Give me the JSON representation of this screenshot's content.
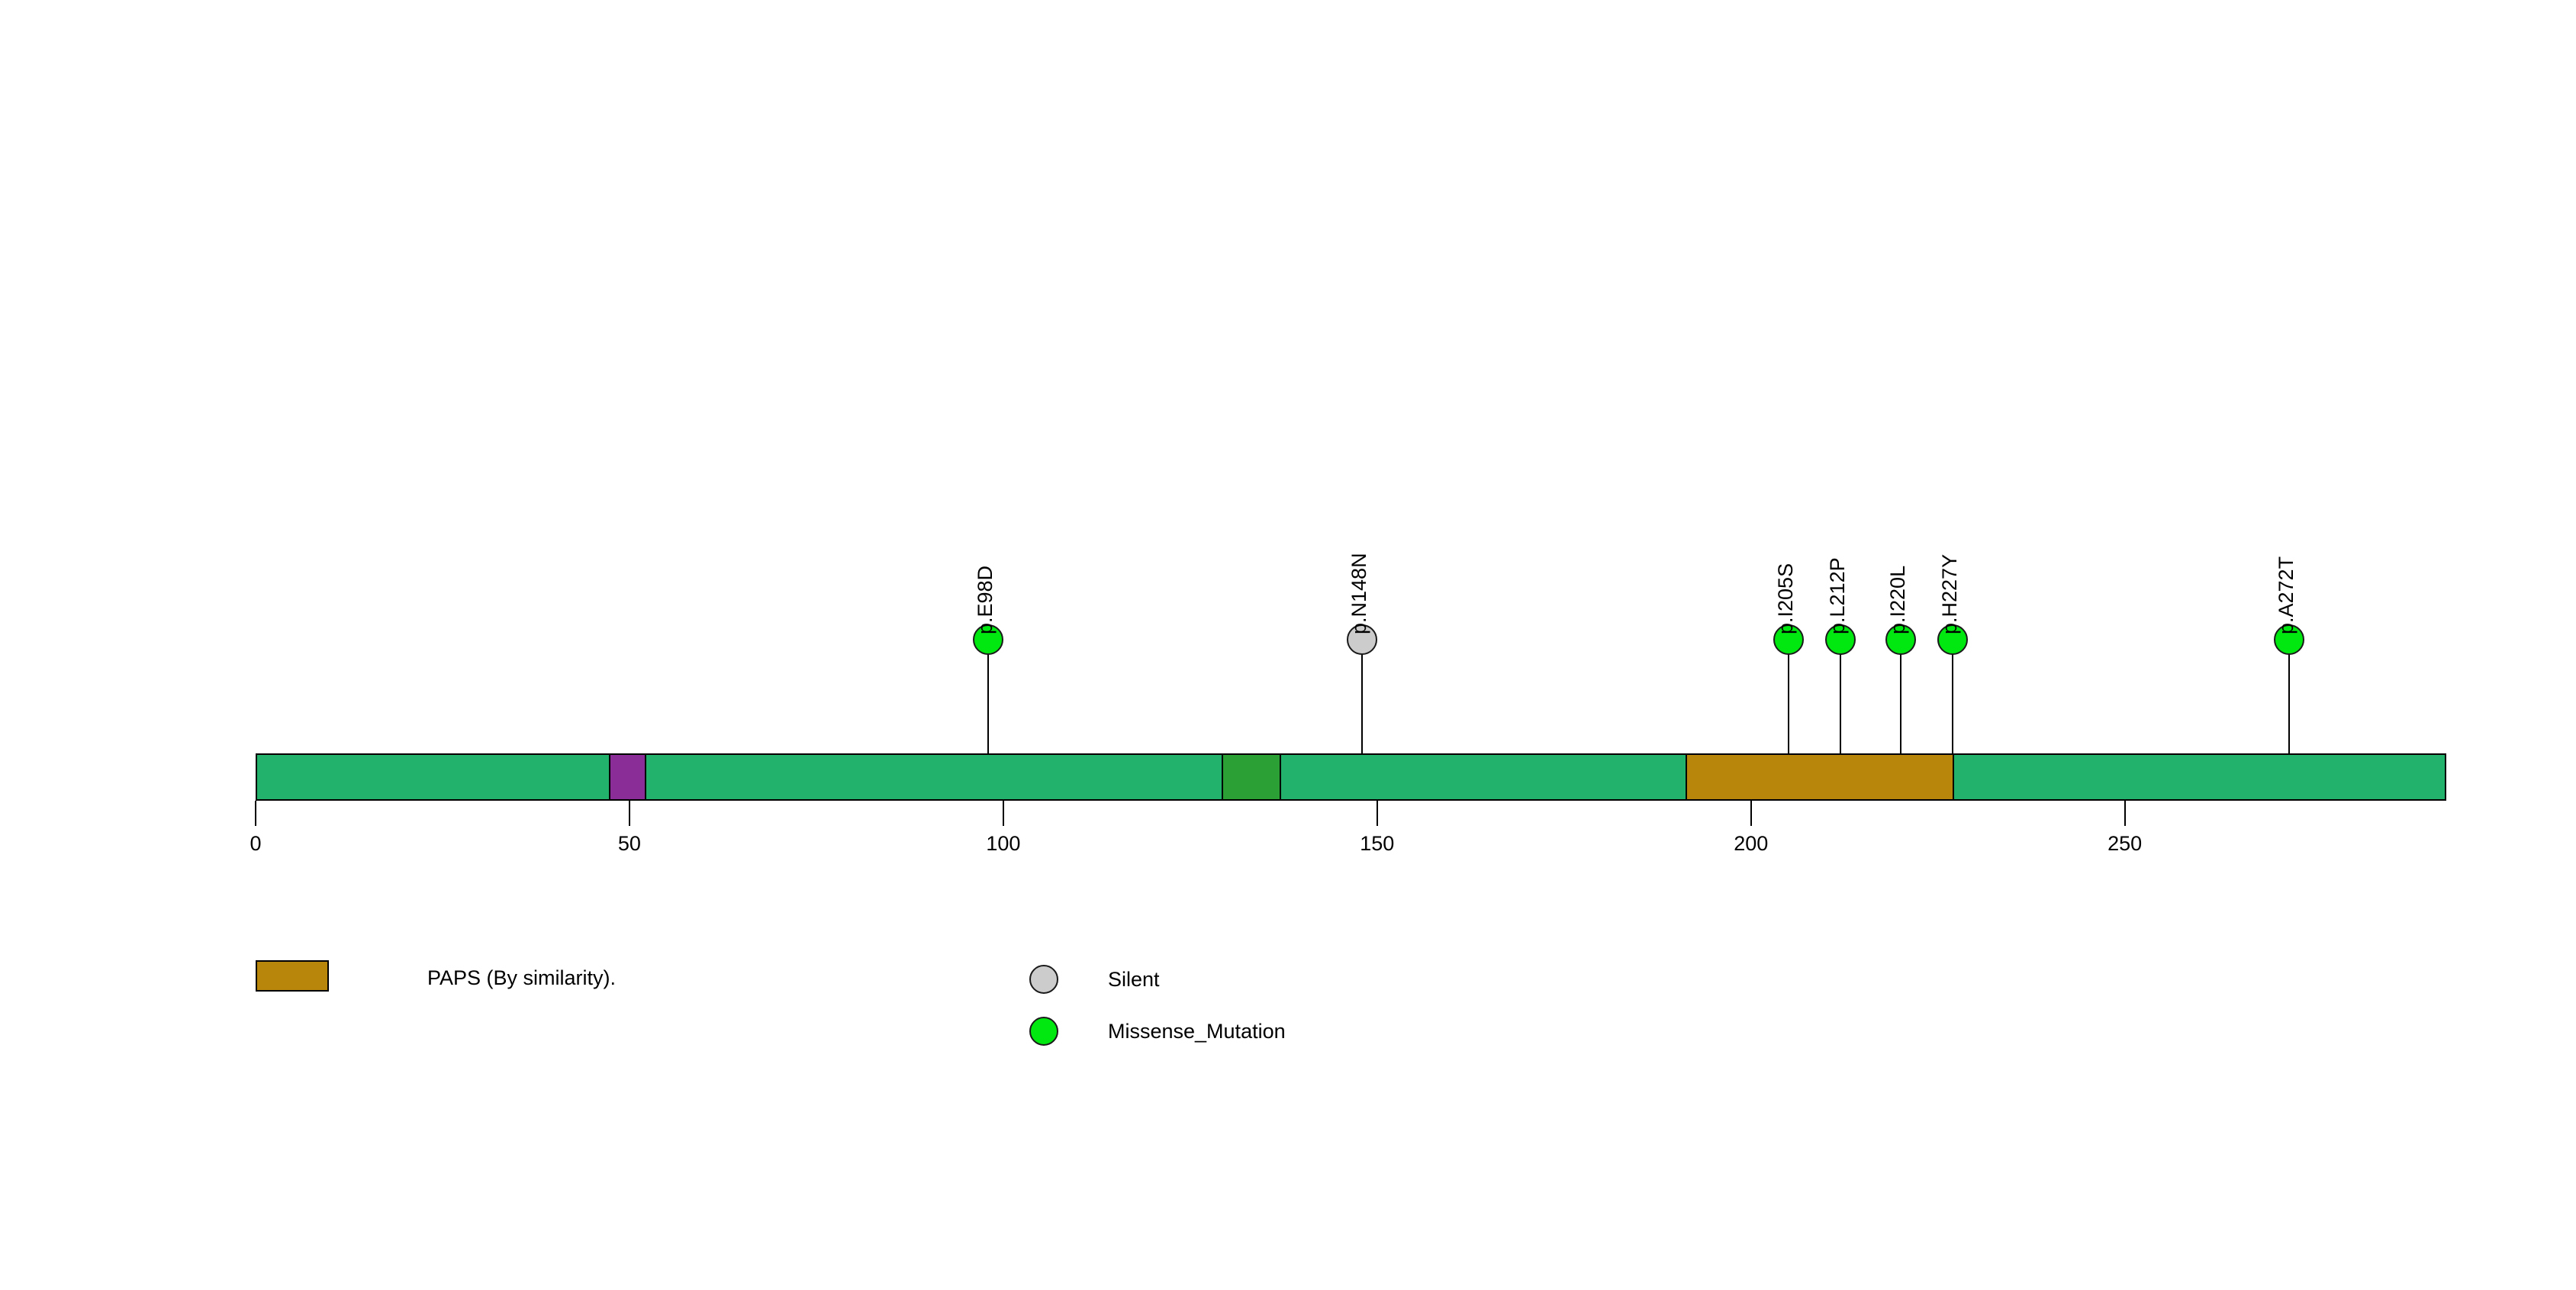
{
  "chart_data": {
    "type": "lollipop",
    "title": "",
    "xlabel": "",
    "ylabel": "",
    "xlim": [
      0,
      293
    ],
    "grid": false,
    "axis": {
      "ticks": [
        {
          "value": 0,
          "label": "0"
        },
        {
          "value": 50,
          "label": "50"
        },
        {
          "value": 100,
          "label": "100"
        },
        {
          "value": 150,
          "label": "150"
        },
        {
          "value": 200,
          "label": "200"
        },
        {
          "value": 250,
          "label": "250"
        }
      ]
    },
    "protein": {
      "length": 293,
      "backbone_color": "#22b26b",
      "segments": [
        {
          "name": "backbone-left",
          "start": 0,
          "end": 47,
          "color": "#22b26b",
          "label": "",
          "bordered": false
        },
        {
          "name": "purple-motif",
          "start": 47,
          "end": 52,
          "color": "#8b2d96",
          "label": "",
          "bordered": true
        },
        {
          "name": "backbone-mid-a",
          "start": 52,
          "end": 129,
          "color": "#22b26b",
          "label": "",
          "bordered": false
        },
        {
          "name": "green-motif",
          "start": 129,
          "end": 137,
          "color": "#2ba135",
          "label": "",
          "bordered": true
        },
        {
          "name": "backbone-mid-b",
          "start": 137,
          "end": 191,
          "color": "#22b26b",
          "label": "",
          "bordered": false
        },
        {
          "name": "paps-domain",
          "start": 191,
          "end": 227,
          "color": "#b8860b",
          "label": "PAPS (By similarity).",
          "bordered": true
        },
        {
          "name": "backbone-right",
          "start": 227,
          "end": 293,
          "color": "#22b26b",
          "label": "",
          "bordered": false
        }
      ]
    },
    "mutations": [
      {
        "label": "p.E98D",
        "position": 98,
        "type": "Missense_Mutation",
        "color": "#00e810",
        "count": 1
      },
      {
        "label": "p.N148N",
        "position": 148,
        "type": "Silent",
        "color": "#cccccc",
        "count": 1
      },
      {
        "label": "p.I205S",
        "position": 205,
        "type": "Missense_Mutation",
        "color": "#00e810",
        "count": 1
      },
      {
        "label": "p.L212P",
        "position": 212,
        "type": "Missense_Mutation",
        "color": "#00e810",
        "count": 1
      },
      {
        "label": "p.I220L",
        "position": 220,
        "type": "Missense_Mutation",
        "color": "#00e810",
        "count": 1
      },
      {
        "label": "p.H227Y",
        "position": 227,
        "type": "Missense_Mutation",
        "color": "#00e810",
        "count": 1
      },
      {
        "label": "p.A272T",
        "position": 272,
        "type": "Missense_Mutation",
        "color": "#00e810",
        "count": 1
      }
    ],
    "legends": {
      "domain_legend": [
        {
          "label": "PAPS (By similarity).",
          "color": "#b8860b",
          "shape": "rect"
        }
      ],
      "mutation_legend": [
        {
          "label": "Silent",
          "color": "#cccccc",
          "shape": "circle"
        },
        {
          "label": "Missense_Mutation",
          "color": "#00e810",
          "shape": "circle"
        }
      ]
    }
  }
}
